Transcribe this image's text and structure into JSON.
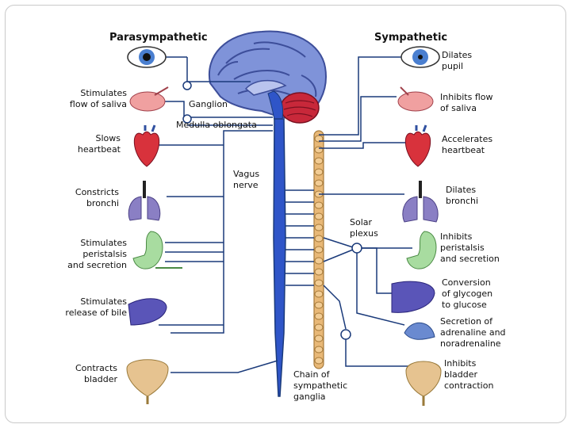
{
  "headers": {
    "parasympathetic": "Parasympathetic",
    "sympathetic": "Sympathetic"
  },
  "center_labels": {
    "ganglion": "Ganglion",
    "medulla": "Medulla oblongata",
    "vagus": "Vagus\nnerve",
    "solar_plexus": "Solar\nplexus",
    "chain": "Chain of\nsympathetic\nganglia"
  },
  "left_effects": [
    {
      "organ": "eye",
      "text": ""
    },
    {
      "organ": "salivary-gland",
      "text": "Stimulates\nflow of saliva"
    },
    {
      "organ": "heart",
      "text": "Slows\nheartbeat"
    },
    {
      "organ": "lungs",
      "text": "Constricts\nbronchi"
    },
    {
      "organ": "stomach",
      "text": "Stimulates\nperistalsis\nand secretion"
    },
    {
      "organ": "liver",
      "text": "Stimulates\nrelease of bile"
    },
    {
      "organ": "bladder",
      "text": "Contracts\nbladder"
    }
  ],
  "right_effects": [
    {
      "organ": "eye",
      "text": "Dilates\npupil"
    },
    {
      "organ": "salivary-gland",
      "text": "Inhibits flow\nof saliva"
    },
    {
      "organ": "heart",
      "text": "Accelerates\nheartbeat"
    },
    {
      "organ": "lungs",
      "text": "Dilates\nbronchi"
    },
    {
      "organ": "stomach",
      "text": "Inhibits\nperistalsis\nand secretion"
    },
    {
      "organ": "liver",
      "text": "Conversion\nof glycogen\nto glucose"
    },
    {
      "organ": "adrenal-gland",
      "text": "Secretion of\nadrenaline and\nnoradrenaline"
    },
    {
      "organ": "bladder",
      "text": "Inhibits\nbladder\ncontraction"
    }
  ],
  "colors": {
    "nerve_line": "#1a3a7a",
    "spinal_cord": "#2f55c8",
    "sympathetic_chain": "#e8b877",
    "brain": "#7f93d9",
    "cerebellum": "#c8283a",
    "eye_iris": "#4a7fd0",
    "heart": "#d8323c",
    "lungs": "#8a7fc4",
    "stomach": "#a8dca0",
    "liver": "#5a55b8",
    "bladder": "#e6c390",
    "salivary": "#f0a0a0"
  }
}
